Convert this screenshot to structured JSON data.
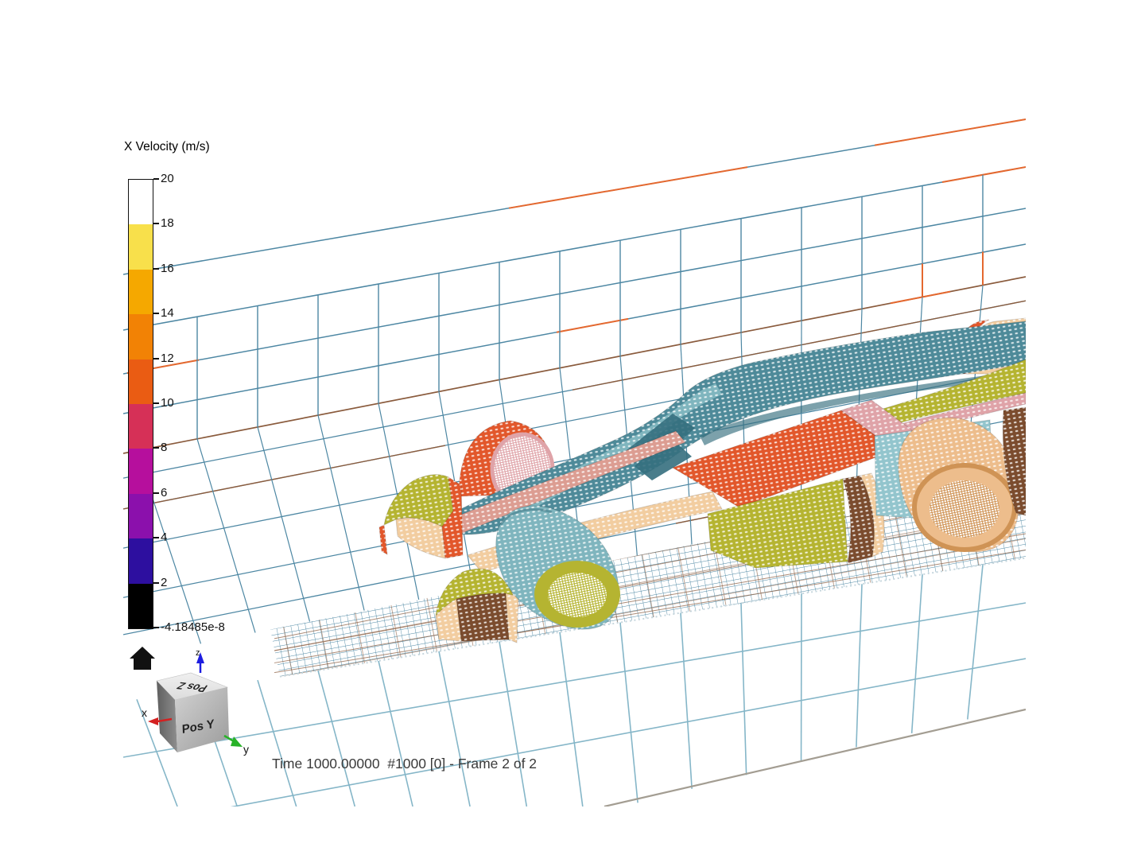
{
  "colorbar": {
    "title": "X Velocity (m/s)",
    "tick_labels": [
      "20",
      "18",
      "16",
      "14",
      "12",
      "10",
      "8",
      "6",
      "4",
      "2"
    ],
    "min_label": "-4.18485e-8",
    "segment_colors": [
      "#ffffff",
      "#f8e04b",
      "#f5a800",
      "#f28205",
      "#ea5c13",
      "#d63057",
      "#b60f9d",
      "#8b10ac",
      "#2d0f9f",
      "#000000"
    ],
    "border_color": "#111111"
  },
  "status": {
    "text": "Time 1000.00000  #1000 [0] - Frame 2 of 2"
  },
  "nav_cube": {
    "top_label": "Pos Z",
    "front_label": "Pos Y",
    "axis_x": "x",
    "axis_y": "y",
    "axis_z": "z",
    "axis_x_color": "#d42020",
    "axis_y_color": "#27b227",
    "axis_z_color": "#1d1de0",
    "home_icon_color": "#111111"
  },
  "palette": {
    "gridBlue": "#4d87a3",
    "gridBlueLight": "#85b6c8",
    "gridOrange": "#e4682f",
    "gridBrown": "#8a5b3d",
    "boundaryGray": "#a39d92",
    "teal": "#4e8a99",
    "tealLight": "#7fb5be",
    "tealDark": "#356f7e",
    "tealPale": "#93c5cd",
    "olive": "#b5b431",
    "orange": "#e2572b",
    "salmon": "#dc9d92",
    "pink": "#dfa3a8",
    "peach": "#f2cda0",
    "tan": "#edbd8c",
    "tanDark": "#cf9355",
    "brown": "#7b4c2e"
  }
}
